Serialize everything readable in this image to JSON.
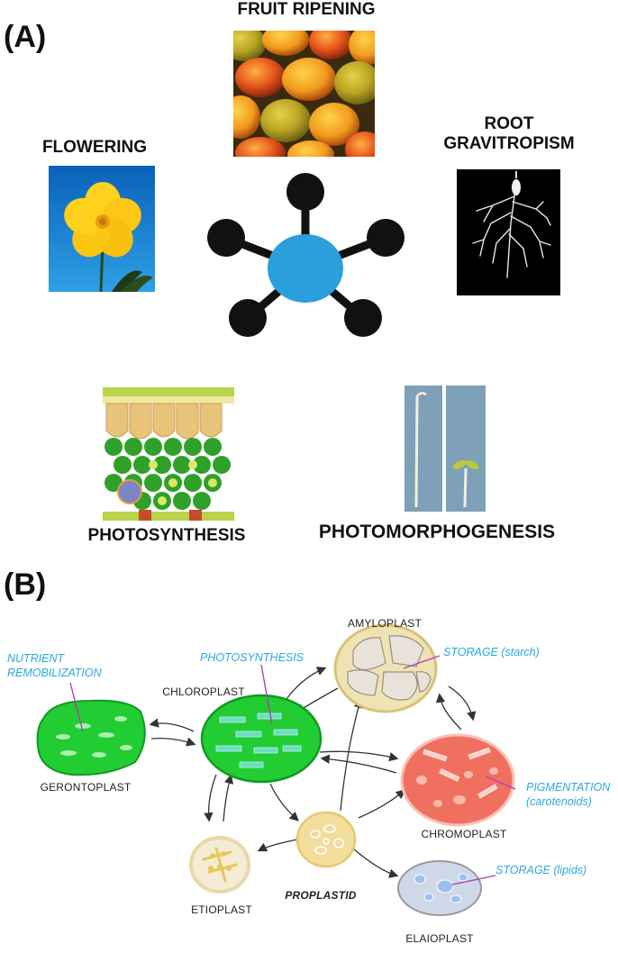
{
  "panel_a": {
    "letter": "(A)",
    "labels": {
      "fruit_ripening": "FRUIT RIPENING",
      "flowering": "FLOWERING",
      "root_line1": "ROOT",
      "root_line2": "GRAVITROPISM",
      "photosynthesis": "PHOTOSYNTHESIS",
      "photomorphogenesis": "PHOTOMORPHOGENESIS"
    },
    "hub_color": "#29a0dc",
    "node_color": "#111111"
  },
  "panel_b": {
    "letter": "(B)",
    "plastids": {
      "amyloplast": "AMYLOPLAST",
      "chloroplast": "CHLOROPLAST",
      "gerontoplast": "GERONTOPLAST",
      "chromoplast": "CHROMOPLAST",
      "etioplast": "ETIOPLAST",
      "proplastid": "PROPLASTID",
      "elaioplast": "ELAIOPLAST"
    },
    "functions": {
      "nutrient_line1": "NUTRIENT",
      "nutrient_line2": "REMOBILIZATION",
      "photosynthesis": "PHOTOSYNTHESIS",
      "storage_starch": "STORAGE (starch)",
      "pigmentation_line1": "PIGMENTATION",
      "pigmentation_line2": "(carotenoids)",
      "storage_lipids": "STORAGE (lipids)"
    },
    "colors": {
      "function_text": "#29a8e0",
      "pointer": "#b040b0",
      "chloroplast_fill": "#22cc33",
      "chromoplast_fill": "#f07060",
      "amyloplast_fill": "#efe3b4",
      "proplastid_fill": "#f3dd9c",
      "elaioplast_fill": "#cfd8e8"
    }
  }
}
